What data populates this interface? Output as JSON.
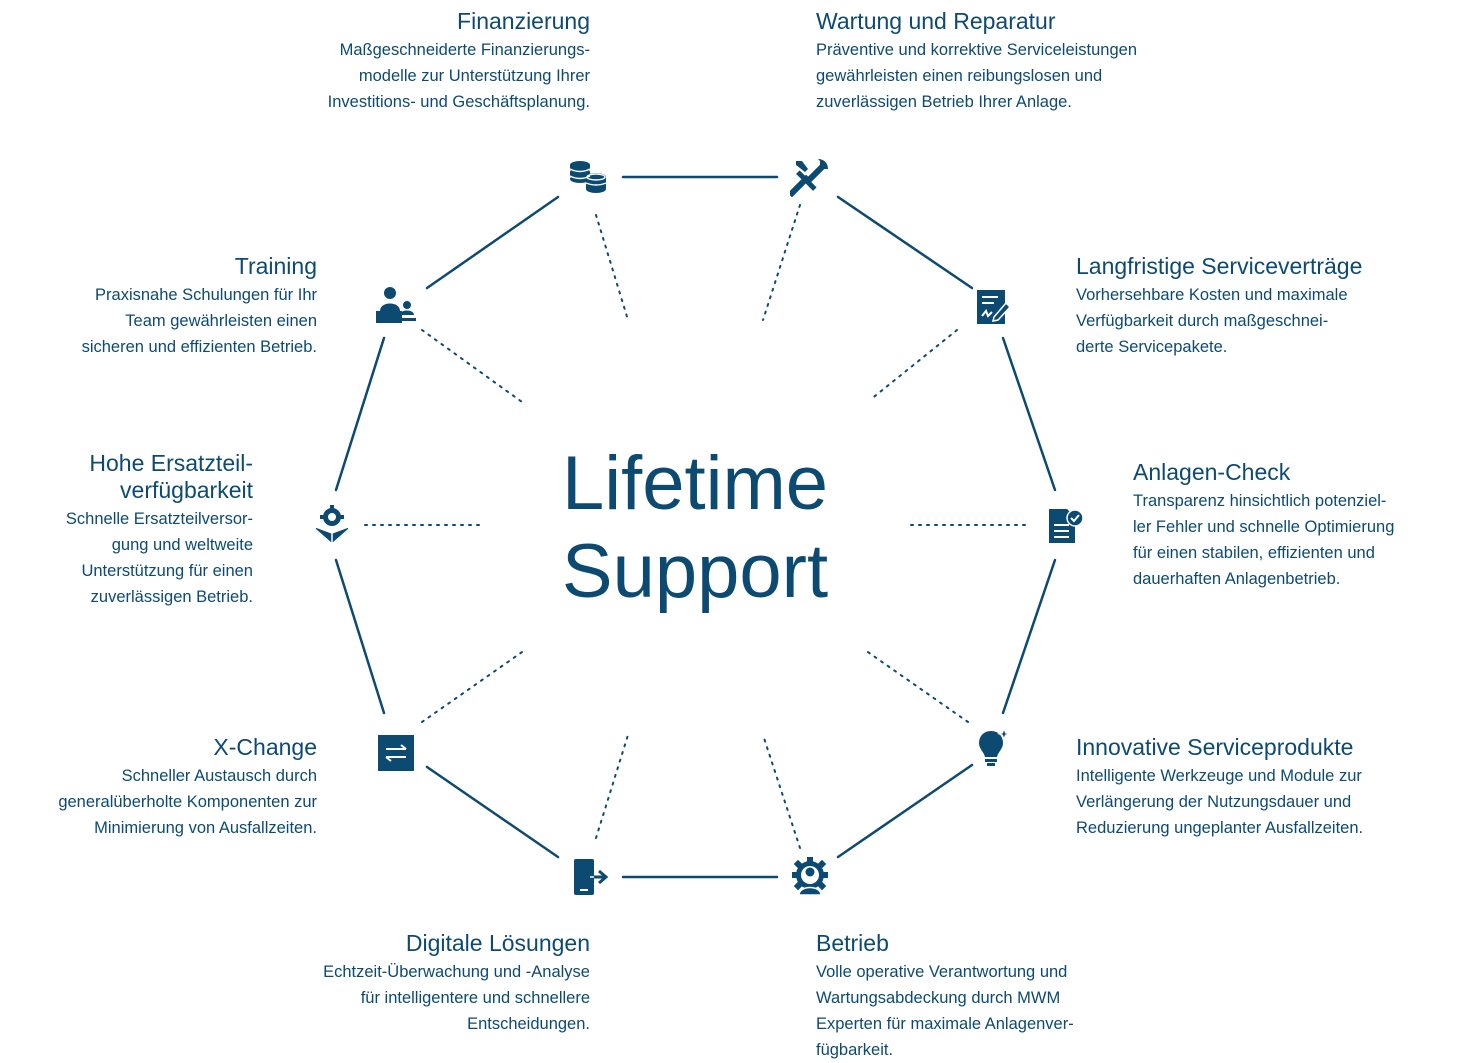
{
  "center": {
    "line1": "Lifetime",
    "line2": "Support"
  },
  "colors": {
    "primary": "#0d4a72"
  },
  "items": {
    "finanzierung": {
      "icon": "coins-icon",
      "title": "Finanzierung",
      "desc": [
        "Maßgeschneiderte Finanzierungs-",
        "modelle zur Unterstützung Ihrer",
        "Investitions- und Geschäftsplanung."
      ]
    },
    "wartung": {
      "icon": "tools-icon",
      "title": "Wartung und Reparatur",
      "desc": [
        "Präventive und korrektive Serviceleistungen",
        "gewährleisten einen reibungslosen und",
        "zuverlässigen Betrieb Ihrer Anlage."
      ]
    },
    "vertraege": {
      "icon": "contract-icon",
      "title": "Langfristige Serviceverträge",
      "desc": [
        "Vorhersehbare Kosten und maximale",
        "Verfügbarkeit durch maßgeschnei-",
        "derte Servicepakete."
      ]
    },
    "check": {
      "icon": "checklist-icon",
      "title": "Anlagen-Check",
      "desc": [
        "Transparenz hinsichtlich potenziel-",
        "ler Fehler und schnelle Optimierung",
        "für einen stabilen, effizienten und",
        "dauerhaften Anlagenbetrieb."
      ]
    },
    "innovativ": {
      "icon": "lightbulb-icon",
      "title": "Innovative Serviceprodukte",
      "desc": [
        "Intelligente Werkzeuge und Module zur",
        "Verlängerung der Nutzungsdauer und",
        "Reduzierung ungeplanter Ausfallzeiten."
      ]
    },
    "betrieb": {
      "icon": "operator-gear-icon",
      "title": "Betrieb",
      "desc": [
        "Volle operative Verantwortung und",
        "Wartungsabdeckung durch MWM",
        "Experten für maximale Anlagenver-",
        "fügbarkeit."
      ]
    },
    "digital": {
      "icon": "digital-device-icon",
      "title": "Digitale Lösungen",
      "desc": [
        "Echtzeit-Überwachung und -Analyse",
        "für intelligentere und schnellere",
        "Entscheidungen."
      ]
    },
    "xchange": {
      "icon": "exchange-icon",
      "title": "X-Change",
      "desc": [
        "Schneller Austausch durch",
        "generalüberholte Komponenten zur",
        "Minimierung von Ausfallzeiten."
      ]
    },
    "ersatzteil": {
      "icon": "parts-box-icon",
      "title": [
        "Hohe Ersatzteil-",
        "verfügbarkeit"
      ],
      "desc": [
        "Schnelle Ersatzteilversor-",
        "gung und weltweite",
        "Unterstützung für einen",
        "zuverlässigen Betrieb."
      ]
    },
    "training": {
      "icon": "training-icon",
      "title": "Training",
      "desc": [
        "Praxisnahe Schulungen für Ihr",
        "Team gewährleisten einen",
        "sicheren und effizienten Betrieb."
      ]
    }
  }
}
